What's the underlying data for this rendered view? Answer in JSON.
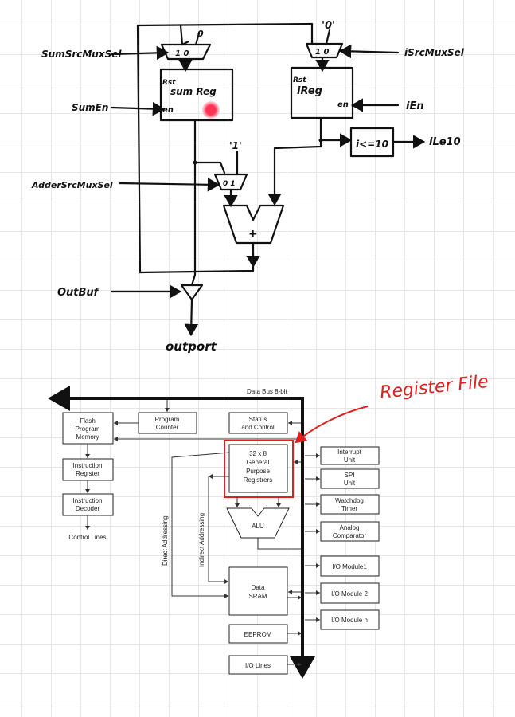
{
  "sketch": {
    "inputs": {
      "sum_src_mux_sel": "SumSrcMuxSel",
      "i_src_mux_sel": "iSrcMuxSel",
      "sum_en": "SumEn",
      "adder_src_mux_sel": "AdderSrcMuxSel",
      "out_buf": "OutBuf",
      "i_en": "iEn"
    },
    "mux_top_left_ports": "1  0",
    "mux_top_left_const": "0",
    "mux_top_right_ports": "1  0",
    "mux_top_right_const": "'0'",
    "mux_adder_ports": "0  1",
    "mux_adder_const": "'1'",
    "sum_reg": {
      "label": "sum Reg",
      "rst": "Rst",
      "en": "en"
    },
    "i_reg": {
      "label": "iReg",
      "rst": "Rst",
      "en": "en"
    },
    "comparator": "i<=10",
    "comparator_out": "iLe10",
    "adder_op": "+",
    "output": "outport"
  },
  "block_diagram": {
    "data_bus_label": "Data Bus 8-bit",
    "left_blocks": {
      "flash": [
        "Flash",
        "Program",
        "Memory"
      ],
      "instruction_register": [
        "Instruction",
        "Register"
      ],
      "instruction_decoder": [
        "Instruction",
        "Decoder"
      ],
      "control_lines": "Control Lines"
    },
    "program_counter": [
      "Program",
      "Counter"
    ],
    "status_control": [
      "Status",
      "and Control"
    ],
    "register_file": [
      "32 x 8",
      "General",
      "Purpose",
      "Registrers"
    ],
    "alu": "ALU",
    "direct_addressing": "Direct Addressing",
    "indirect_addressing": "Indirect Addressing",
    "data_sram": [
      "Data",
      "SRAM"
    ],
    "eeprom": "EEPROM",
    "io_lines": "I/O Lines",
    "right_blocks": {
      "interrupt": [
        "Interrupt",
        "Unit"
      ],
      "spi": [
        "SPI",
        "Unit"
      ],
      "watchdog": [
        "Watchdog",
        "Timer"
      ],
      "analog": [
        "Analog",
        "Comparator"
      ],
      "io1": "I/O Module1",
      "io2": "I/O Module 2",
      "ion": "I/O Module n"
    },
    "annotation": "Register File",
    "annotation_color": "#e02020"
  }
}
